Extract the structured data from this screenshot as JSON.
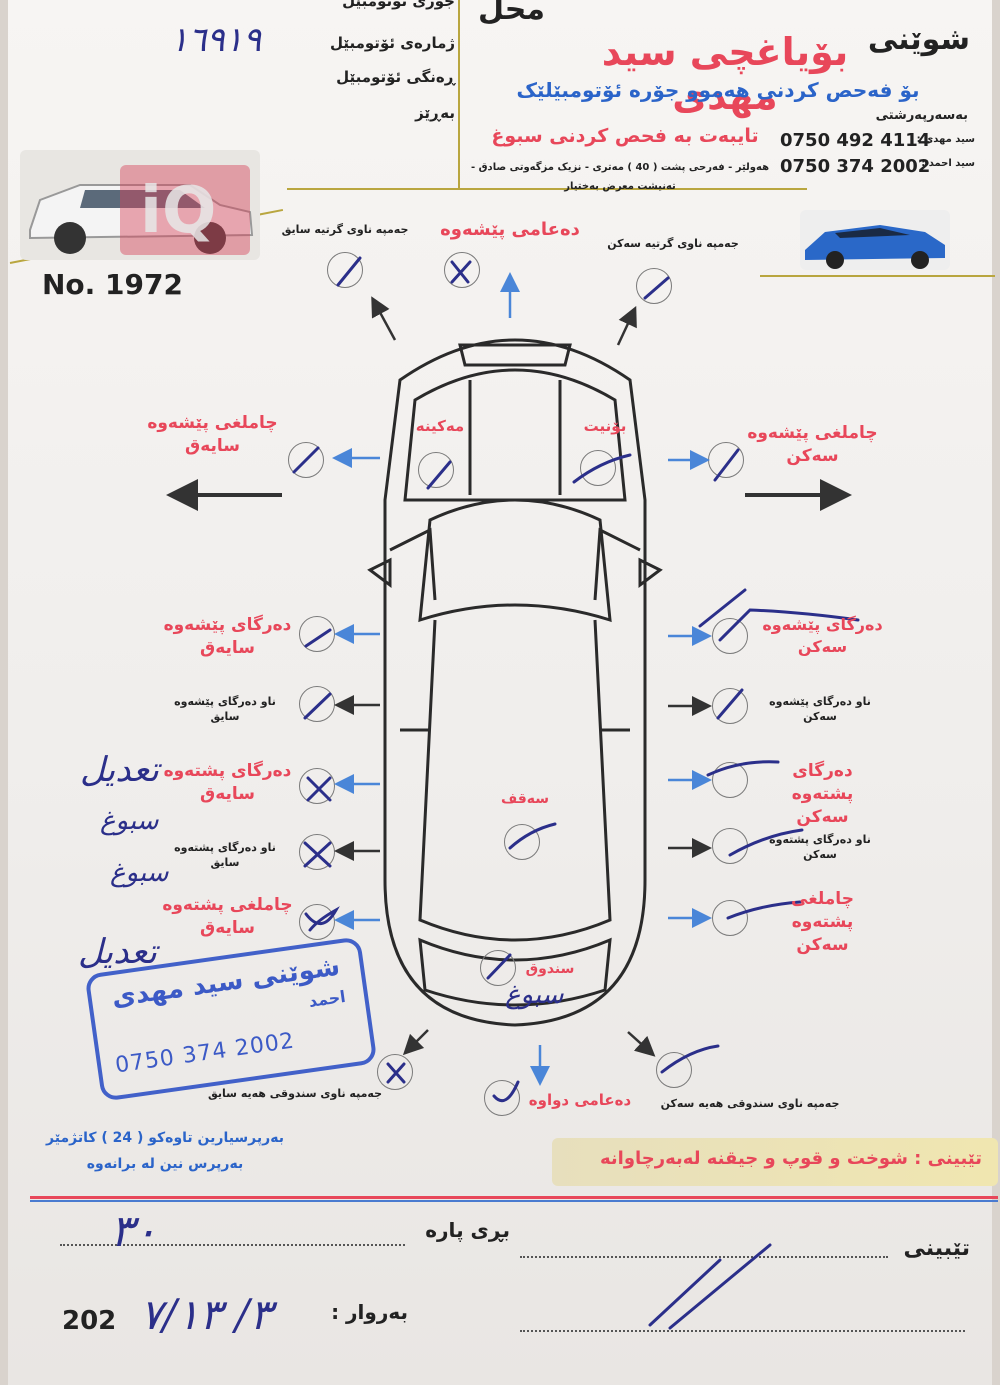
{
  "header": {
    "place_label": "شوێنی",
    "title": "بۆیاغچی سید مهدی",
    "subtitle": "بۆ فەحص کردنی هەموو جۆرە ئۆتومبێلێک",
    "mahal": "محل",
    "managed_by_label": "بەسەرپەرشتی",
    "person1_label": "سید مهدی :",
    "person2_label": "سید احمد :",
    "phone1": "0750 492 4114",
    "phone2": "0750 374 2002",
    "special": "تایبەت بە فحص کردنی سبوغ",
    "address1": "هەولێر - فەرحی پشت ( 40 ) مەتری - نزیک مزگەوتی صادق - تەنیشت معرض بەختیار"
  },
  "fields": {
    "car_type": "جۆری ئۆتومبێل",
    "car_number": "ژمارەی ئۆتومبێل",
    "car_color": "ڕەنگی ئۆتومبێل",
    "model": "بەڕێز"
  },
  "doc_number": "No. 1972",
  "parts": {
    "front_bumper": "دەعامی پێشەوە",
    "rear_bumper": "دەعامی دواوە",
    "front_left_driver": "جەمپە ناوی گرتیە سایق",
    "front_right": "جەمپە ناوی گرتیە سەکن",
    "rear_left": "جەمپە ناوی سندوقی هەیە سایق",
    "rear_right": "جەمپە ناوی سندوقی هەیە سەکن",
    "front_fender_driver_1": "چاملغی پێشەوە",
    "front_fender_driver_2": "سایەق",
    "front_fender_passenger_1": "چاملغی پێشەوە",
    "front_fender_passenger_2": "سەکن",
    "engine": "مەکینە",
    "bonnet": "بۆنیت",
    "front_door_driver_1": "دەرگای پێشەوە",
    "front_door_driver_2": "سایەق",
    "front_door_passenger_1": "دەرگای پێشەوە",
    "front_door_passenger_2": "سەکن",
    "inner_front_door_driver_1": "ناو دەرگای پێشەوە",
    "inner_front_door_driver_2": "سایق",
    "inner_front_door_passenger_1": "ناو دەرگای پێشەوە",
    "inner_front_door_passenger_2": "سەکن",
    "rear_door_driver_1": "دەرگای پشتەوە",
    "rear_door_driver_2": "سایەق",
    "rear_door_passenger_1": "دەرگای پشتەوە",
    "rear_door_passenger_2": "سەکن",
    "inner_rear_door_driver_1": "ناو دەرگای پشتەوە",
    "inner_rear_door_driver_2": "سایق",
    "inner_rear_door_passenger_1": "ناو دەرگای پشتەوە",
    "inner_rear_door_passenger_2": "سەکن",
    "rear_fender_driver_1": "چاملغی پشتەوە",
    "rear_fender_driver_2": "سایەق",
    "rear_fender_passenger_1": "چاملغی پشتەوە",
    "rear_fender_passenger_2": "سەکن",
    "roof": "سەقف",
    "trunk": "سندوق"
  },
  "disclaimer": {
    "line1": "بەرپرسیارین تاوەکو ( 24 ) کاتژمێر",
    "line2": "بەرپرس نین لە برانەوە"
  },
  "note_box": "تێبینی : شوخت و قوپ و جیقنە لەبەرچاوانە",
  "footer": {
    "amount_label": "بڕی پارە",
    "note_label": "تێبینی",
    "date_label": "بەروار :",
    "year_prefix": "202"
  },
  "handwriting": {
    "car_number": "١٦٩١٩",
    "date": "٣/ ٧/١٣",
    "amount": "٣٠",
    "left_note_1": "تعديل",
    "left_note_2": "سبوغ",
    "trunk_note": "سبوغ"
  },
  "stamp": {
    "line1": "شوێنی سید مهدی",
    "line2": "احمد",
    "phone": "0750 374 2002"
  },
  "colors": {
    "accent_red": "#e8475a",
    "accent_blue": "#2b64c9",
    "ink": "#2b2f8a",
    "gold_line": "#b9a63f"
  }
}
